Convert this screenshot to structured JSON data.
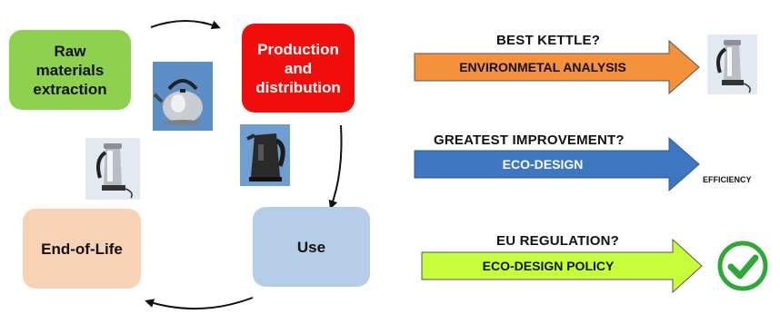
{
  "cycle": {
    "stages": [
      {
        "label": "Raw\nmaterials\nextraction",
        "color": "#8dd14f"
      },
      {
        "label": "Production\nand\ndistribution",
        "color": "#f20d0d"
      },
      {
        "label": "Use",
        "color": "#b6cde7"
      },
      {
        "label": "End-of-Life",
        "color": "#f8d2b4"
      }
    ]
  },
  "questions": [
    {
      "question": "BEST  KETTLE?",
      "arrow_label": "ENVIRONMETAL ANALYSIS",
      "arrow_color": "#f5913b",
      "text_color": "#111111"
    },
    {
      "question": "GREATEST IMPROVEMENT?",
      "arrow_label": "ECO-DESIGN",
      "arrow_color": "#3f76c0",
      "text_color": "#ffffff"
    },
    {
      "question": "EU REGULATION?",
      "arrow_label": "ECO-DESIGN POLICY",
      "arrow_color": "#c6ff3a",
      "text_color": "#111111"
    }
  ],
  "efficiency_label": "EFFICIENCY",
  "images": {
    "kettle_whistling": "whistling-kettle-photo",
    "kettle_electric_black": "black-electric-kettle-photo",
    "kettle_percolator": "percolator-kettle-photo",
    "result_kettle": "percolator-kettle-photo",
    "approval": "check-icon",
    "check_color": "#2ea836"
  }
}
